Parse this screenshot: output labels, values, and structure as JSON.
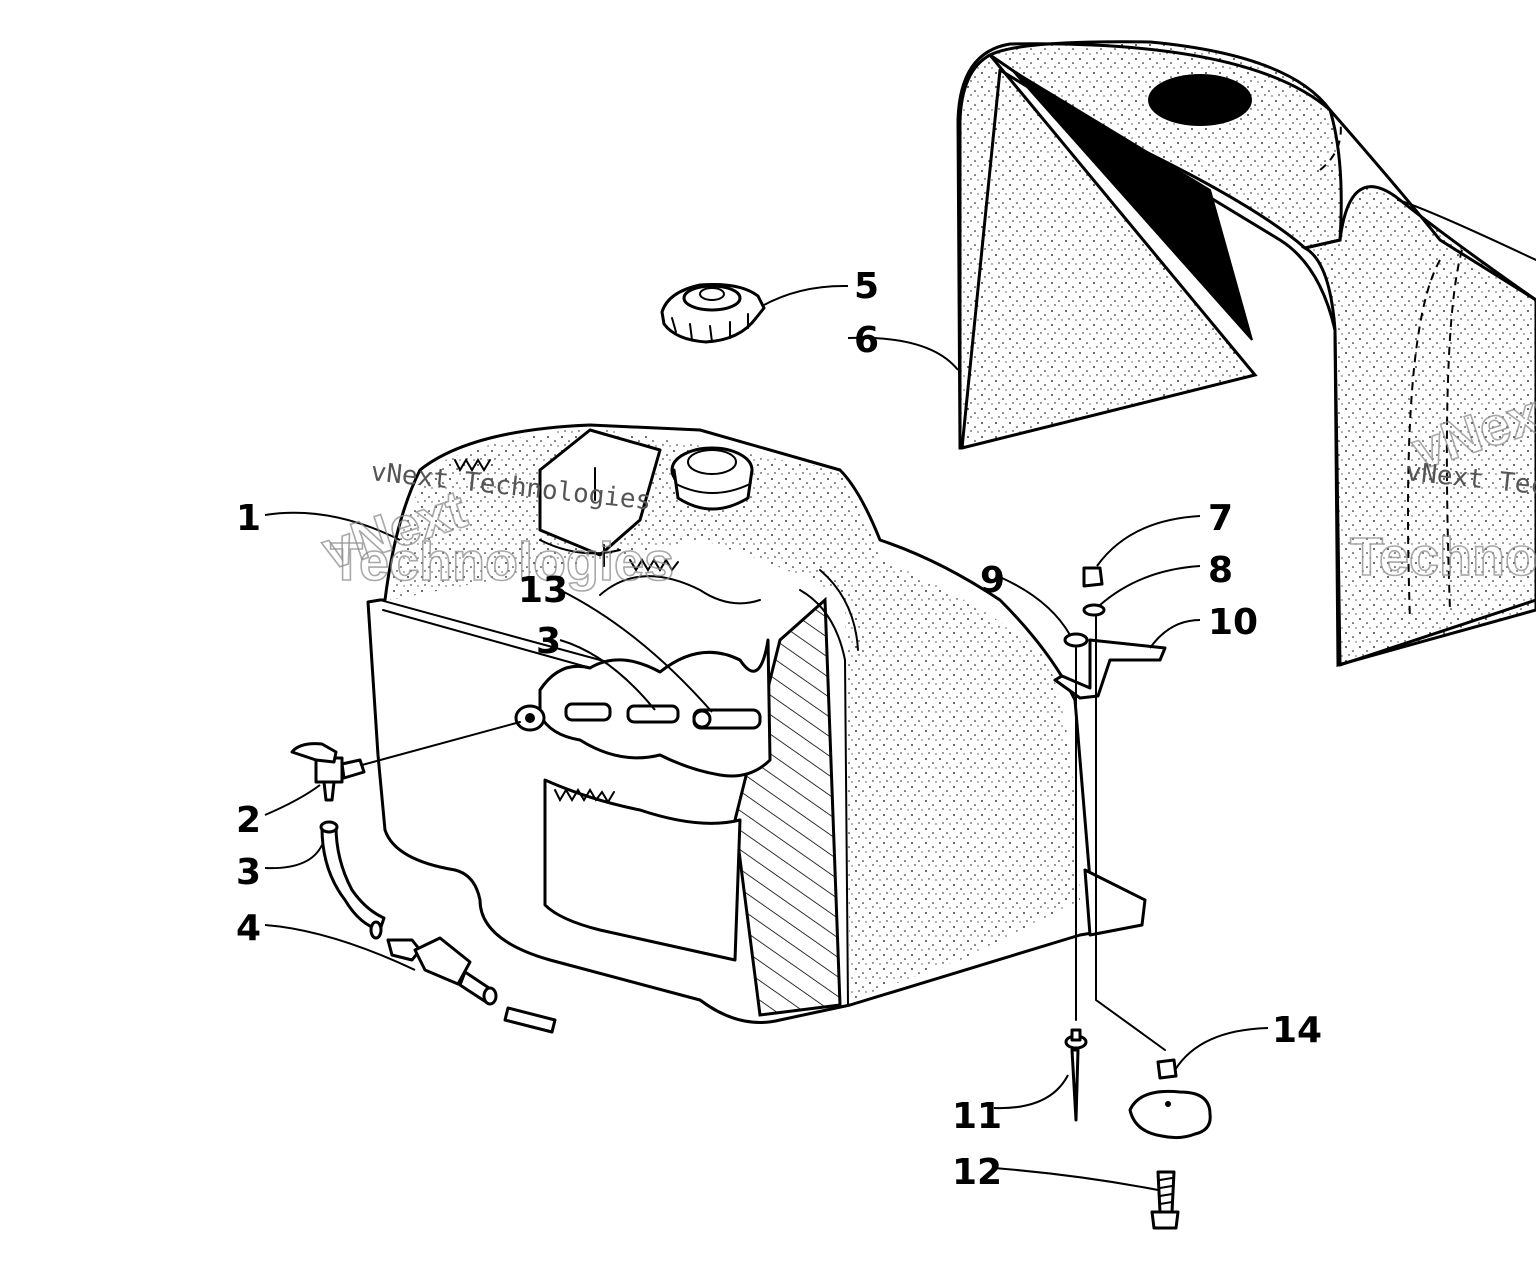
{
  "callouts": {
    "c1": "1",
    "c2": "2",
    "c3a": "3",
    "c3b": "3",
    "c4": "4",
    "c5": "5",
    "c6": "6",
    "c7": "7",
    "c8": "8",
    "c9": "9",
    "c10": "10",
    "c11": "11",
    "c12": "12",
    "c13": "13",
    "c14": "14"
  },
  "watermark": {
    "brand_big": "vNext",
    "brand_big_2": "Technologies",
    "brand_small": "vNext Technologies"
  }
}
